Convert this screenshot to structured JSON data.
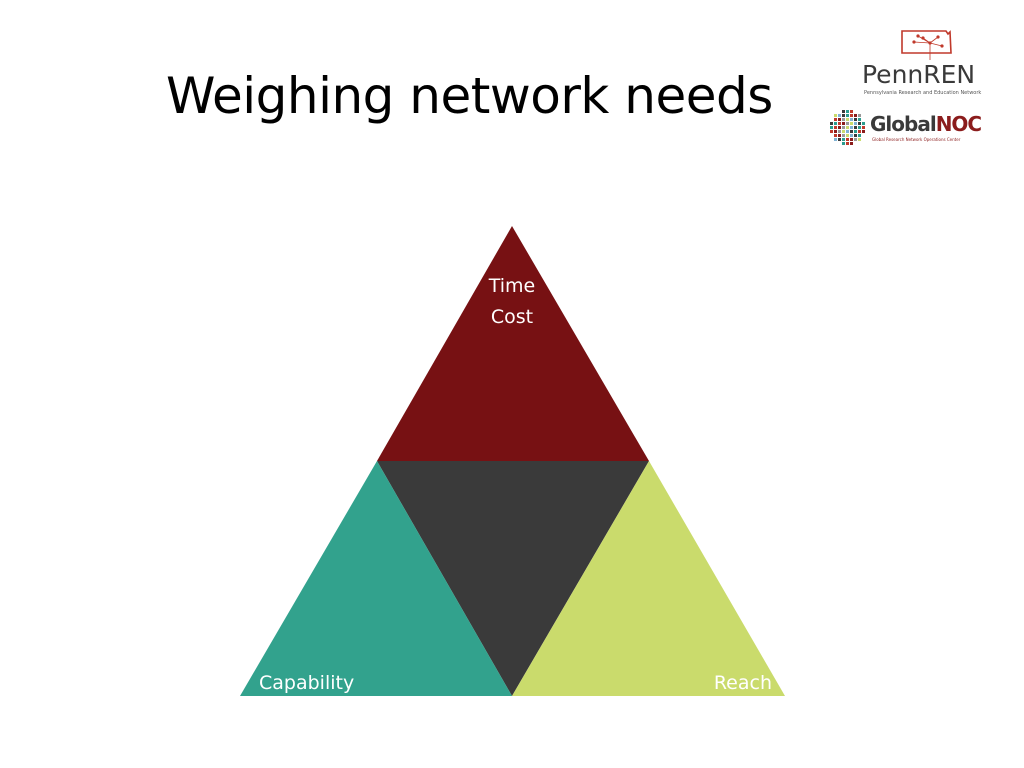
{
  "slide": {
    "title": "Weighing network needs"
  },
  "logos": {
    "pennren": {
      "name": "PennREN",
      "subtitle": "Pennsylvania Research and Education Network",
      "icon": "pennsylvania-network-icon",
      "color": "#c0392b"
    },
    "globalnoc": {
      "name_part1": "Global",
      "name_part2": "NOC",
      "subtitle": "Global Research Network Operations Center",
      "icon": "pixel-globe-icon",
      "color": "#8b1c1c"
    }
  },
  "diagram": {
    "segments": [
      {
        "id": "top",
        "lines": [
          "Time",
          "Cost"
        ],
        "color": "#771113"
      },
      {
        "id": "center",
        "lines": [],
        "color": "#3a3a3a"
      },
      {
        "id": "bottom-left",
        "lines": [
          "Capability"
        ],
        "color": "#32a28d"
      },
      {
        "id": "bottom-right",
        "lines": [
          "Reach"
        ],
        "color": "#cadb6c"
      }
    ]
  }
}
